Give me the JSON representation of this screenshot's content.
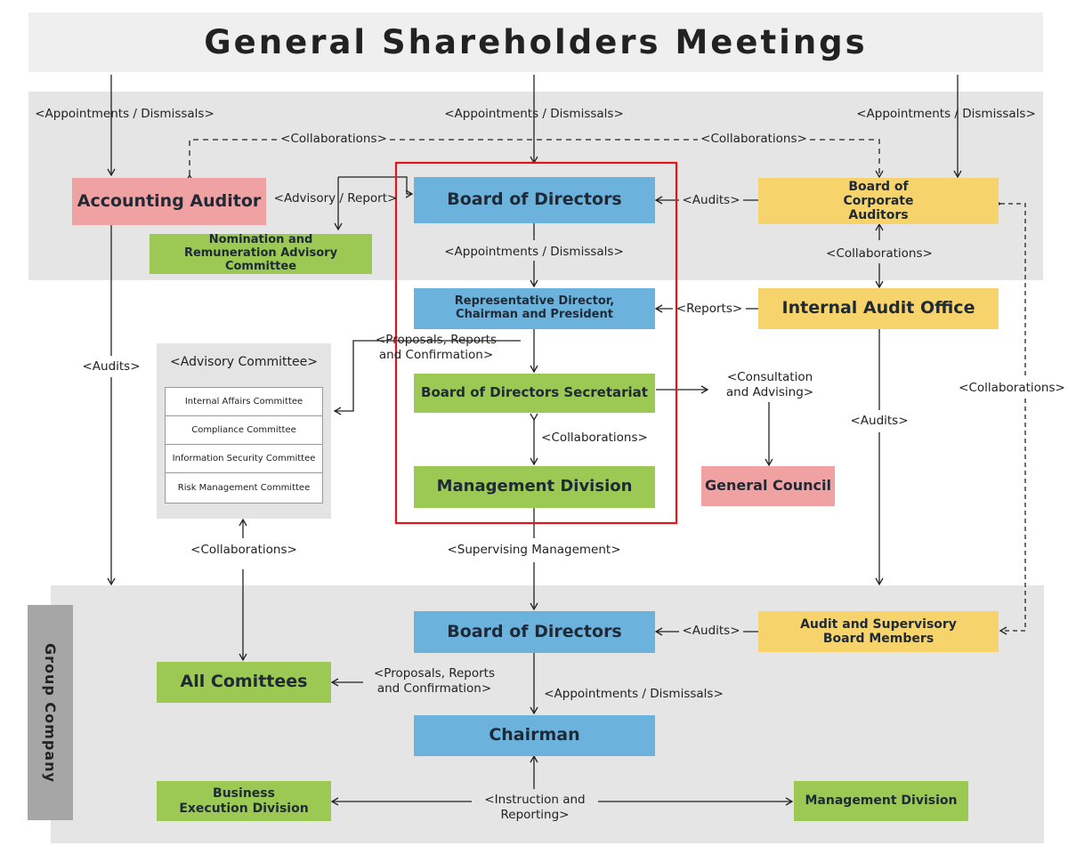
{
  "title": "General Shareholders Meetings",
  "group_label": "Group Company",
  "boxes": {
    "accounting_auditor": "Accounting Auditor",
    "nomination_committee": "Nomination and Remuneration Advisory Committee",
    "board_of_directors": "Board of Directors",
    "corporate_auditors": "Board of Corporate Auditors",
    "rep_director": "Representative Director, Chairman and President",
    "internal_audit": "Internal Audit Office",
    "secretariat": "Board of Directors Secretariat",
    "management_division": "Management Division",
    "general_council": "General Council",
    "group_board": "Board of Directors",
    "audit_board_members": "Audit and Supervisory Board Members",
    "all_committees": "All Comittees",
    "chairman": "Chairman",
    "business_execution": "Business Execution Division",
    "group_management": "Management Division"
  },
  "advisory": {
    "title": "<Advisory Committee>",
    "items": [
      "Internal Affairs Committee",
      "Compliance Committee",
      "Information Security Committee",
      "Risk Management Committee"
    ]
  },
  "labels": {
    "appt_left": "<Appointments / Dismissals>",
    "appt_center": "<Appointments / Dismissals>",
    "appt_right": "<Appointments / Dismissals>",
    "collab_left": "<Collaborations>",
    "collab_right": "<Collaborations>",
    "advisory_report": "<Advisory / Report>",
    "audits_top": "<Audits>",
    "appt_board": "<Appointments / Dismissals>",
    "collab_auditors": "<Collaborations>",
    "reports": "<Reports>",
    "proposals_top_1": "<Proposals, Reports",
    "proposals_top_2": "and Confirmation>",
    "audits_left": "<Audits>",
    "consultation_1": "<Consultation",
    "consultation_2": "and Advising>",
    "collab_far_right": "<Collaborations>",
    "audits_right": "<Audits>",
    "collab_secretariat": "<Collaborations>",
    "collab_advisory": "<Collaborations>",
    "supervising": "<Supervising Management>",
    "audits_group": "<Audits>",
    "proposals_group_1": "<Proposals, Reports",
    "proposals_group_2": "and Confirmation>",
    "appt_group": "<Appointments / Dismissals>",
    "instruction_1": "<Instruction and",
    "instruction_2": "Reporting>"
  }
}
